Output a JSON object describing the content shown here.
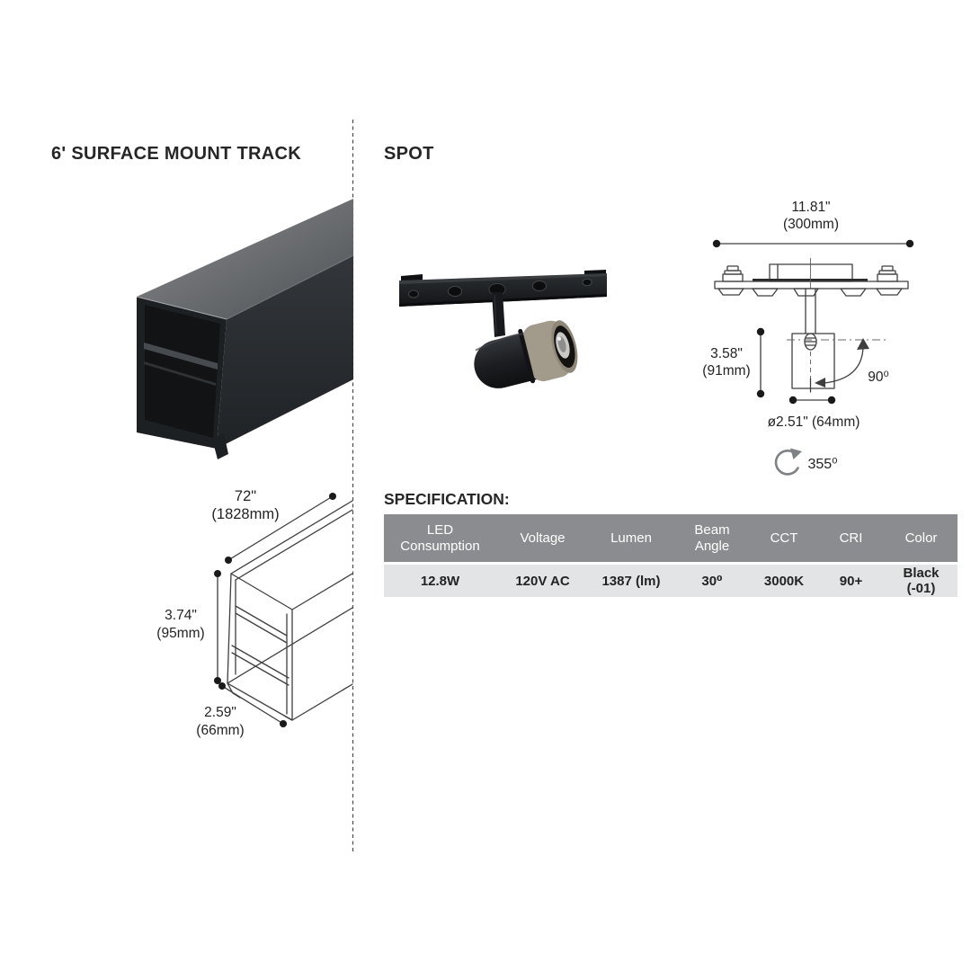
{
  "left_section": {
    "title": "6' SURFACE MOUNT TRACK",
    "drawing": {
      "length_in": "72\"",
      "length_mm": "(1828mm)",
      "height_in": "3.74\"",
      "height_mm": "(95mm)",
      "depth_in": "2.59\"",
      "depth_mm": "(66mm)"
    }
  },
  "right_section": {
    "title": "SPOT",
    "diagram": {
      "width_in": "11.81\"",
      "width_mm": "(300mm)",
      "height_in": "3.58\"",
      "height_mm": "(91mm)",
      "tilt_angle": "90⁰",
      "diameter": "ø2.51\" (64mm)",
      "rotation_angle": "355⁰"
    }
  },
  "specification": {
    "title": "SPECIFICATION:",
    "columns": [
      "LED Consumption",
      "Voltage",
      "Lumen",
      "Beam Angle",
      "CCT",
      "CRI",
      "Color"
    ],
    "values": [
      "12.8W",
      "120V AC",
      "1387 (lm)",
      "30⁰",
      "3000K",
      "90+",
      "Black (-01)"
    ]
  },
  "colors": {
    "table_header_bg": "#8a8c8f",
    "table_row_bg": "#e3e4e5",
    "line_art": "#3f3f3f",
    "track_top_gray": "#85878a",
    "track_front_dark": "#2b2e31",
    "spot_ring_tan": "#a29a8b",
    "rotation_icon_gray": "#7f8285"
  }
}
